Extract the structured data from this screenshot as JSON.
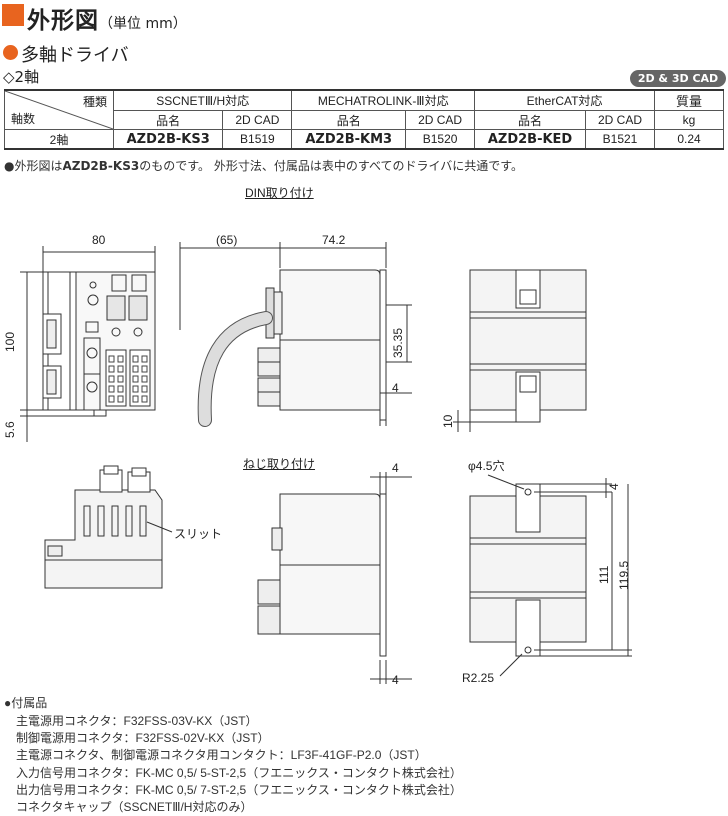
{
  "header": {
    "title": "外形図",
    "unit": "（単位 mm）"
  },
  "section": {
    "title": "多軸ドライバ",
    "subtitle": "◇2軸",
    "cad_badge": "2D & 3D CAD"
  },
  "table": {
    "kind_label": "種類",
    "axis_label": "軸数",
    "groups": [
      "SSCNETⅢ/H対応",
      "MECHATROLINK-Ⅲ対応",
      "EtherCAT対応"
    ],
    "name_label": "品名",
    "cad_label": "2D CAD",
    "mass_label": "質量",
    "mass_unit": "kg",
    "row": {
      "axes": "2軸",
      "p1": "AZD2B-KS3",
      "c1": "B1519",
      "p2": "AZD2B-KM3",
      "c2": "B1520",
      "p3": "AZD2B-KED",
      "c3": "B1521",
      "mass": "0.24"
    }
  },
  "note": {
    "pre": "●外形図は",
    "model": "AZD2B-KS3",
    "post": "のものです。 外形寸法、付属品は表中のすべてのドライバに共通です。"
  },
  "drawing": {
    "din_label": "DIN取り付け",
    "screw_label": "ねじ取り付け",
    "slit_label": "スリット",
    "dims": {
      "w80": "80",
      "h100": "100",
      "h56": "5.6",
      "d65": "(65)",
      "d742": "74.2",
      "d3535": "35.35",
      "d4a": "4",
      "d10": "10",
      "d4b": "4",
      "d4c": "4",
      "hole": "φ4.5穴",
      "d4d": "4",
      "d111": "111",
      "d1195": "119.5",
      "r225": "R2.25"
    }
  },
  "accessories": {
    "title": "●付属品",
    "items": [
      "主電源用コネクタ：F32FSS-03V-KX（JST）",
      "制御電源用コネクタ：F32FSS-02V-KX（JST）",
      "主電源コネクタ、制御電源コネクタ用コンタクト：LF3F-41GF-P2.0（JST）",
      "入力信号用コネクタ：FK-MC 0,5/ 5-ST-2,5（フエニックス・コンタクト株式会社）",
      "出力信号用コネクタ：FK-MC 0,5/ 7-ST-2,5（フエニックス・コンタクト株式会社）",
      "コネクタキャップ（SSCNETⅢ/H対応のみ）"
    ]
  }
}
